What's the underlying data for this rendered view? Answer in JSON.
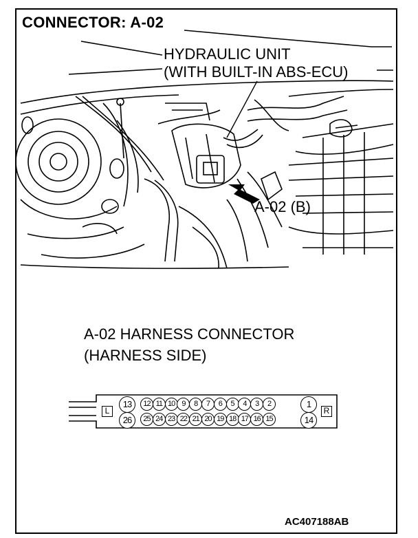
{
  "title": "CONNECTOR: A-02",
  "component_label": {
    "line1": "HYDRAULIC UNIT",
    "line2": "(WITH BUILT-IN ABS-ECU)"
  },
  "locator_label": "A-02 (B)",
  "harness": {
    "line1": "A-02 HARNESS CONNECTOR",
    "line2": "(HARNESS SIDE)"
  },
  "connector": {
    "left_key": "L",
    "right_key": "R",
    "top_row": [
      "13",
      "12",
      "11",
      "10",
      "9",
      "8",
      "7",
      "6",
      "5",
      "4",
      "3",
      "2",
      "1"
    ],
    "bottom_row": [
      "26",
      "25",
      "24",
      "23",
      "22",
      "21",
      "20",
      "19",
      "18",
      "17",
      "16",
      "15",
      "14"
    ]
  },
  "figure_code": "AC407188AB"
}
